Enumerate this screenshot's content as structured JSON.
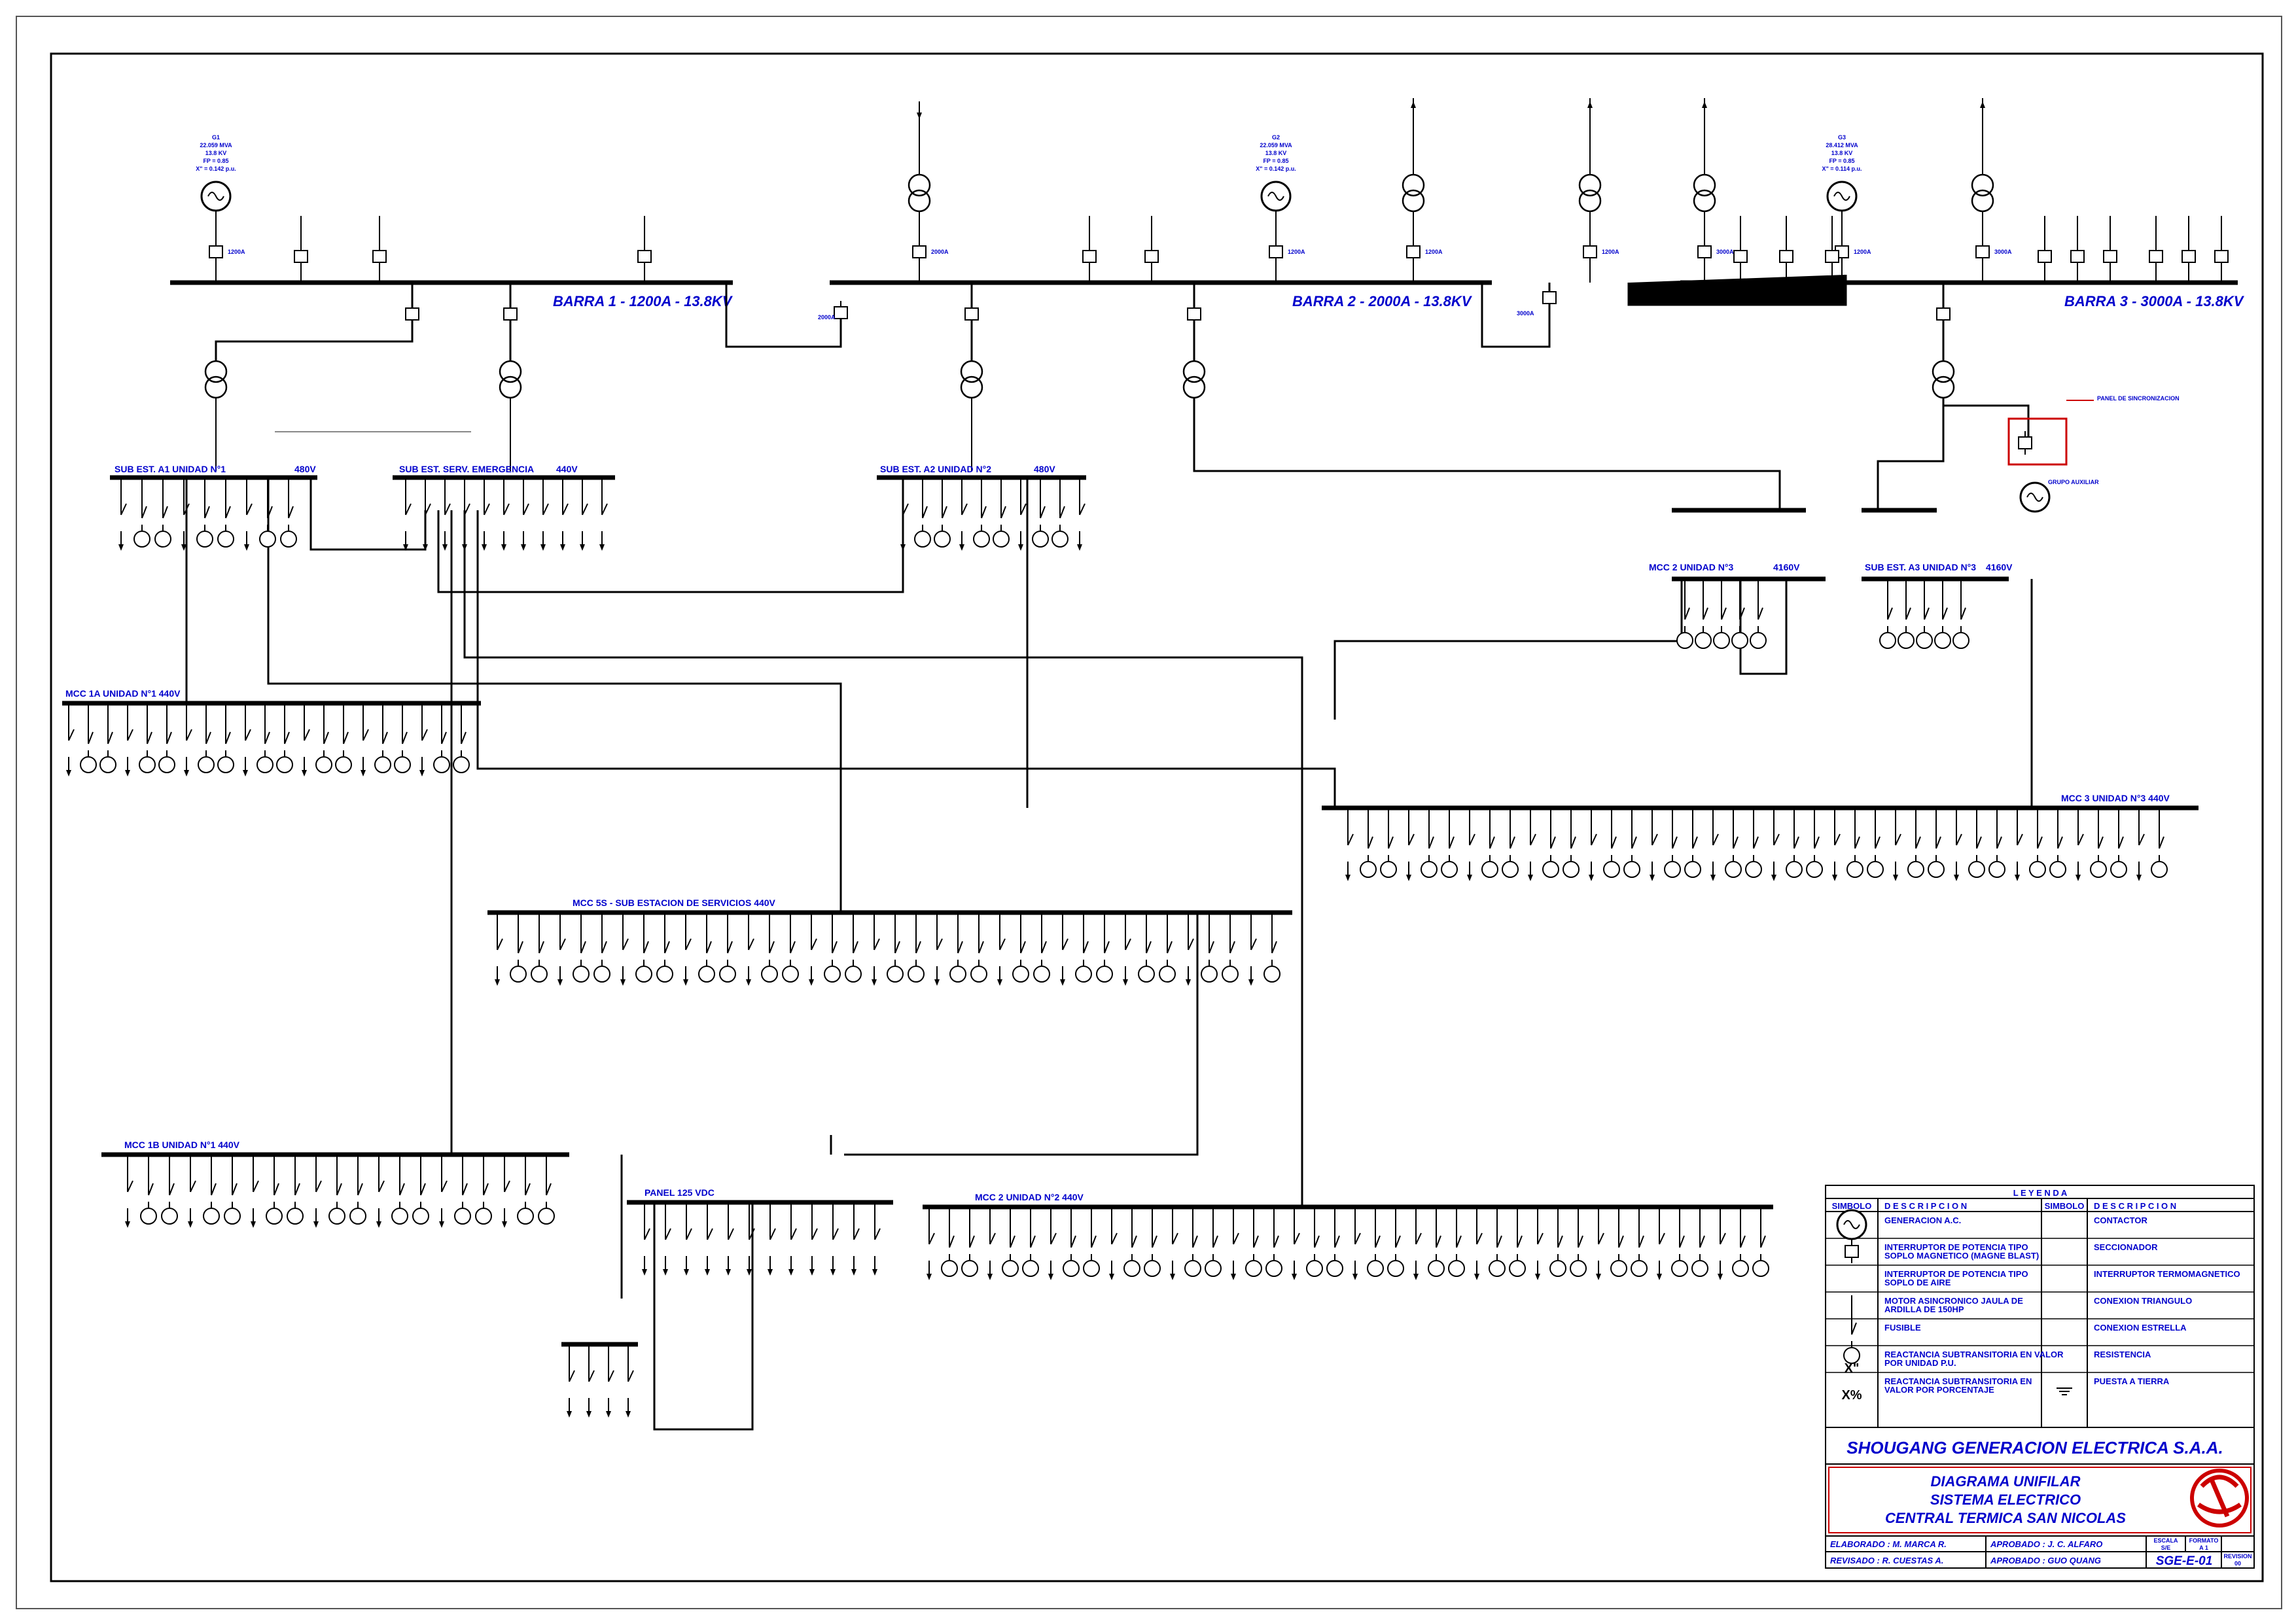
{
  "buses": {
    "barra1": "BARRA 1 - 1200A - 13.8KV",
    "barra2": "BARRA 2 - 2000A - 13.8KV",
    "barra3": "BARRA 3 - 3000A - 13.8KV"
  },
  "generators": {
    "g1": [
      "G1",
      "22.059 MVA",
      "13.8 KV",
      "FP = 0.85",
      "X\" = 0.142 p.u."
    ],
    "g2": [
      "G2",
      "22.059 MVA",
      "13.8 KV",
      "FP = 0.85",
      "X\" = 0.142 p.u."
    ],
    "g3": [
      "G3",
      "28.412 MVA",
      "13.8 KV",
      "FP = 0.85",
      "X\" = 0.114 p.u."
    ]
  },
  "breaker_ratings": {
    "a1200": "1200A",
    "a2000": "2000A",
    "a3000": "3000A"
  },
  "panels": {
    "sub_a1": "SUB EST. A1   UNIDAD N°1",
    "sub_a1_v": "480V",
    "sub_serv": "SUB EST. SERV. EMERGENCIA",
    "sub_serv_v": "440V",
    "sub_a2": "SUB EST. A2   UNIDAD N°2",
    "sub_a2_v": "480V",
    "mcc2": "MCC 2   UNIDAD N°3",
    "mcc2_v": "4160V",
    "sub_a3": "SUB EST. A3   UNIDAD N°3",
    "sub_a3_v": "4160V",
    "mcc1a": "MCC 1A   UNIDAD N°1  440V",
    "mcc3": "MCC 3   UNIDAD N°3   440V",
    "mcc5s": "MCC 5S  -  SUB ESTACION DE SERVICIOS 440V",
    "mcc1b": "MCC 1B   UNIDAD N°1   440V",
    "panel125": "PANEL 125 VDC",
    "mcc2u2": "MCC 2   UNIDAD N°2 440V",
    "panel_sinc": "PANEL DE SINCRONIZACION",
    "grupo_aux": "GRUPO AUXILIAR"
  },
  "legend": {
    "title": "L E Y E N D A",
    "col_symbol": "SIMBOLO",
    "col_desc": "D E S C R I P C I O N",
    "left": [
      "GENERACION A.C.",
      "INTERRUPTOR DE POTENCIA TIPO SOPLO MAGNETICO (MAGNE BLAST)",
      "INTERRUPTOR DE POTENCIA TIPO SOPLO DE AIRE",
      "MOTOR ASINCRONICO JAULA DE ARDILLA DE 150HP",
      "FUSIBLE",
      "REACTANCIA SUBTRANSITORIA EN VALOR POR UNIDAD P.U.",
      "REACTANCIA SUBTRANSITORIA EN VALOR POR PORCENTAJE"
    ],
    "right": [
      "CONTACTOR",
      "SECCIONADOR",
      "INTERRUPTOR TERMOMAGNETICO",
      "CONEXION TRIANGULO",
      "CONEXION ESTRELLA",
      "RESISTENCIA",
      "PUESTA A TIERRA"
    ],
    "sym_x": "X\"",
    "sym_xp": "X%"
  },
  "title_block": {
    "company": "SHOUGANG GENERACION ELECTRICA S.A.A.",
    "line1": "DIAGRAMA UNIFILAR",
    "line2": "SISTEMA ELECTRICO",
    "line3": "CENTRAL TERMICA SAN NICOLAS",
    "elaborado": "ELABORADO : M. MARCA R.",
    "revisado": "REVISADO : R. CUESTAS A.",
    "aprobado1": "APROBADO : J. C. ALFARO",
    "aprobado2": "APROBADO : GUO QUANG",
    "escala_l": "ESCALA",
    "escala_v": "S/E",
    "formato_l": "FORMATO",
    "formato_v": "A 1",
    "code": "SGE-E-01",
    "revision_l": "REVISION",
    "revision_v": "00"
  }
}
